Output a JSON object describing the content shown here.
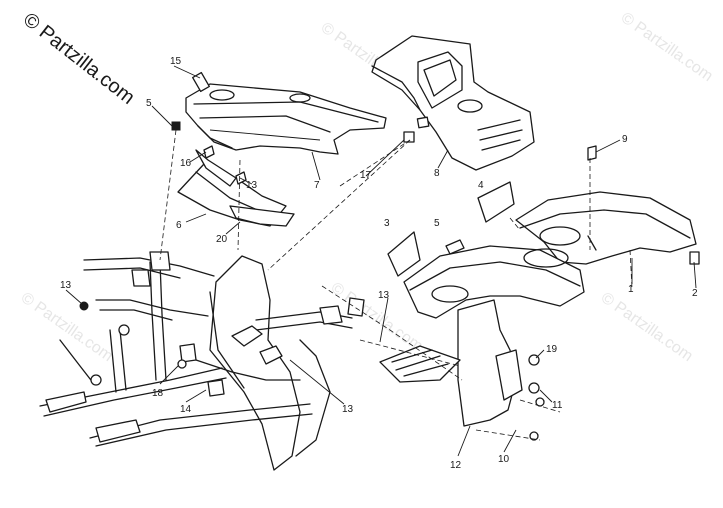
{
  "watermark": {
    "text": "© Partzilla.com",
    "faint_text": "© Partzilla.com"
  },
  "callouts": [
    "1",
    "2",
    "3",
    "4",
    "5",
    "6",
    "7",
    "8",
    "9",
    "10",
    "11",
    "12",
    "13",
    "13",
    "13",
    "14",
    "15",
    "16",
    "17",
    "18",
    "19",
    "20"
  ],
  "colors": {
    "ink": "#1a1a1a",
    "background": "#ffffff",
    "watermark": "#c8c8c8"
  }
}
